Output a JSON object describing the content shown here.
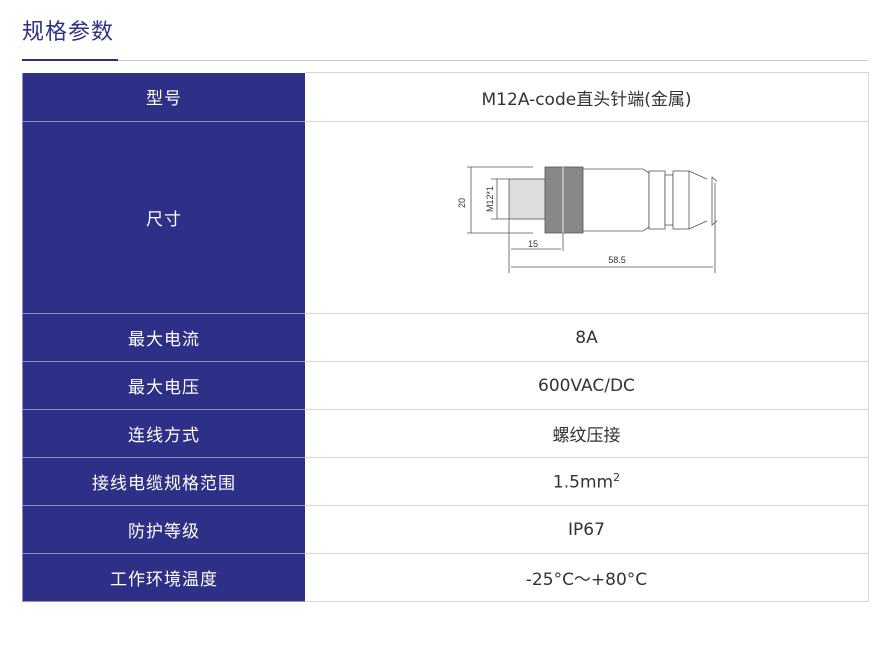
{
  "section": {
    "title": "规格参数",
    "accent_color": "#2e3085"
  },
  "table": {
    "header_bg": "#2e3087",
    "rows": [
      {
        "key": "型号",
        "value": "M12A-code直头针端(金属)"
      },
      {
        "key": "尺寸",
        "value": "",
        "drawing": {
          "dim_height": "20",
          "dim_thread": "M12*1",
          "dim_thread_len": "15",
          "dim_total_len": "58.5"
        }
      },
      {
        "key": "最大电流",
        "value": "8A"
      },
      {
        "key": "最大电压",
        "value": "600VAC/DC"
      },
      {
        "key": "连线方式",
        "value": "螺纹压接"
      },
      {
        "key": "接线电缆规格范围",
        "value": "1.5mm",
        "value_sup": "2"
      },
      {
        "key": "防护等级",
        "value": "IP67"
      },
      {
        "key": "工作环境温度",
        "value": "-25°C～+80°C"
      }
    ]
  }
}
